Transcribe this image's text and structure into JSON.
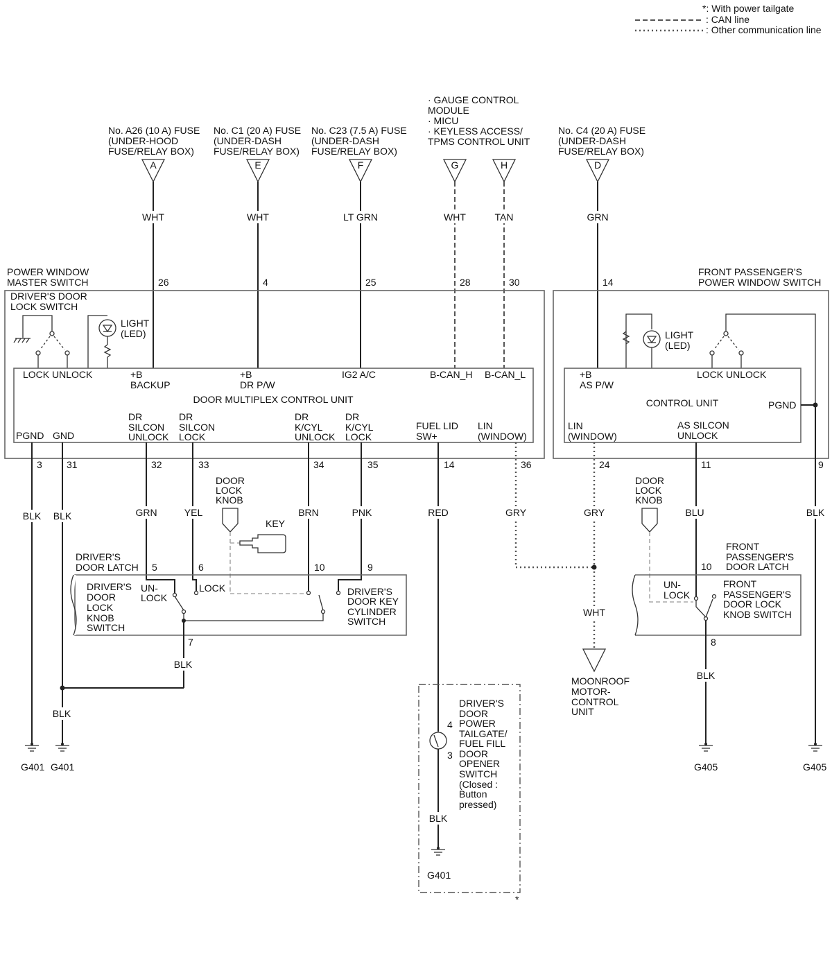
{
  "legend": {
    "note": "*: With power tailgate",
    "can": ": CAN line",
    "other": ": Other communication line"
  },
  "fuses": {
    "a": {
      "lines": [
        "No. A26 (10 A) FUSE",
        "(UNDER-HOOD",
        "FUSE/RELAY BOX)"
      ],
      "letter": "A",
      "wire": "WHT",
      "pin": "26"
    },
    "e": {
      "lines": [
        "No. C1 (20 A) FUSE",
        "(UNDER-DASH",
        "FUSE/RELAY BOX)"
      ],
      "letter": "E",
      "wire": "WHT",
      "pin": "4"
    },
    "f": {
      "lines": [
        "No. C23 (7.5 A) FUSE",
        "(UNDER-DASH",
        "FUSE/RELAY BOX)"
      ],
      "letter": "F",
      "wire": "LT GRN",
      "pin": "25"
    },
    "d": {
      "lines": [
        "No. C4 (20 A) FUSE",
        "(UNDER-DASH",
        "FUSE/RELAY BOX)"
      ],
      "letter": "D",
      "wire": "GRN",
      "pin": "14"
    }
  },
  "gauge": {
    "lines": [
      "· GAUGE CONTROL",
      "MODULE",
      "· MICU",
      "· KEYLESS ACCESS/",
      "TPMS CONTROL UNIT"
    ],
    "g": {
      "letter": "G",
      "wire": "WHT",
      "pin": "28"
    },
    "h": {
      "letter": "H",
      "wire": "TAN",
      "pin": "30"
    }
  },
  "master": {
    "title": [
      "POWER WINDOW",
      "MASTER SWITCH"
    ],
    "lock_switch": [
      "DRIVER'S DOOR",
      "LOCK SWITCH"
    ],
    "light": [
      "LIGHT",
      "(LED)"
    ],
    "lock_unlock": "LOCK UNLOCK",
    "backup": [
      "+B",
      "BACKUP"
    ],
    "drpw": [
      "+B",
      "DR P/W"
    ],
    "ig2": "IG2 A/C",
    "bcanh": "B-CAN_H",
    "bcanl": "B-CAN_L",
    "unit": "DOOR MULTIPLEX CONTROL UNIT",
    "pgnd": "PGND",
    "gnd": "GND",
    "silcon_unlock": [
      "DR",
      "SILCON",
      "UNLOCK"
    ],
    "silcon_lock": [
      "DR",
      "SILCON",
      "LOCK"
    ],
    "kcyl_unlock": [
      "DR",
      "K/CYL",
      "UNLOCK"
    ],
    "kcyl_lock": [
      "DR",
      "K/CYL",
      "LOCK"
    ],
    "fuel_lid": [
      "FUEL LID",
      "SW+"
    ],
    "lin": [
      "LIN",
      "(WINDOW)"
    ]
  },
  "passenger": {
    "title": [
      "FRONT PASSENGER'S",
      "POWER WINDOW SWITCH"
    ],
    "light": [
      "LIGHT",
      "(LED)"
    ],
    "aspw": [
      "+B",
      "AS P/W"
    ],
    "lock_unlock": "LOCK UNLOCK",
    "unit": "CONTROL UNIT",
    "pgnd": "PGND",
    "lin": [
      "LIN",
      "(WINDOW)"
    ],
    "silcon": [
      "AS SILCON",
      "UNLOCK"
    ]
  },
  "pins_bottom": {
    "p3": "3",
    "p31": "31",
    "p32": "32",
    "p33": "33",
    "p34": "34",
    "p35": "35",
    "p14": "14",
    "p36": "36",
    "p24": "24",
    "p11": "11",
    "p9": "9"
  },
  "wires_bottom": {
    "blk1": "BLK",
    "blk2": "BLK",
    "grn": "GRN",
    "yel": "YEL",
    "brn": "BRN",
    "pnk": "PNK",
    "red": "RED",
    "gry1": "GRY",
    "gry2": "GRY",
    "blu": "BLU",
    "blk3": "BLK",
    "wht": "WHT",
    "blk_latch": "BLK",
    "blk_g401": "BLK",
    "blk_fuel": "BLK",
    "blk_pass": "BLK"
  },
  "driver_latch": {
    "title": [
      "DRIVER'S",
      "DOOR LATCH"
    ],
    "knob_switch": [
      "DRIVER'S",
      "DOOR",
      "LOCK",
      "KNOB",
      "SWITCH"
    ],
    "unlock": [
      "UN-",
      "LOCK"
    ],
    "lock": "LOCK",
    "key_cyl": [
      "DRIVER'S",
      "DOOR KEY",
      "CYLINDER",
      "SWITCH"
    ],
    "p5": "5",
    "p6": "6",
    "p10": "10",
    "p9": "9",
    "p7": "7"
  },
  "door_knob": [
    "DOOR",
    "LOCK",
    "KNOB"
  ],
  "key": "KEY",
  "pass_knob": [
    "DOOR",
    "LOCK",
    "KNOB"
  ],
  "pass_latch": {
    "title": [
      "FRONT",
      "PASSENGER'S",
      "DOOR LATCH"
    ],
    "unlock": [
      "UN-",
      "LOCK"
    ],
    "switch": [
      "FRONT",
      "PASSENGER'S",
      "DOOR LOCK",
      "KNOB SWITCH"
    ],
    "p10": "10",
    "p8": "8"
  },
  "moonroof": [
    "MOONROOF",
    "MOTOR-",
    "CONTROL",
    "UNIT"
  ],
  "fuel_switch": {
    "lines": [
      "DRIVER'S",
      "DOOR",
      "POWER",
      "TAILGATE/",
      "FUEL FILL",
      "DOOR",
      "OPENER",
      "SWITCH",
      "(Closed :",
      "Button",
      "pressed)"
    ],
    "p4": "4",
    "p3": "3",
    "asterisk": "*"
  },
  "grounds": {
    "g1": "G401",
    "g2": "G401",
    "g3": "G401",
    "g4": "G405",
    "g5": "G405"
  }
}
